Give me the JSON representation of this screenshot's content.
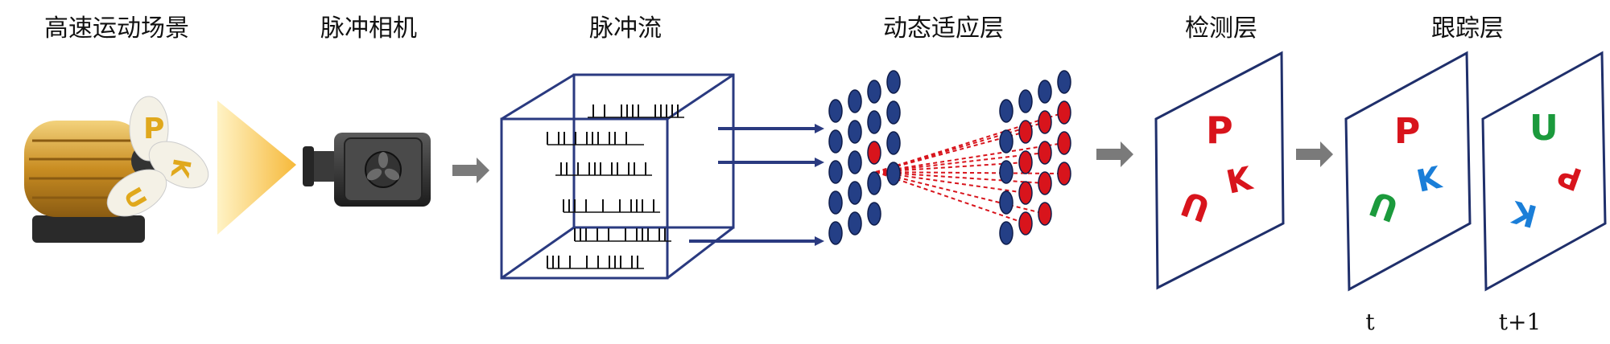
{
  "stages": {
    "scene": "高速运动场景",
    "camera": "脉冲相机",
    "stream": "脉冲流",
    "dynamic_layer": "动态适应层",
    "detection_layer": "检测层",
    "tracking_layer": "跟踪层"
  },
  "scene_letters": [
    "P",
    "K",
    "U"
  ],
  "detection_letters": [
    "P",
    "K",
    "U"
  ],
  "tracking_frames": [
    {
      "time_label": "t",
      "letters": [
        "P",
        "K",
        "U"
      ]
    },
    {
      "time_label": "t+1",
      "letters": [
        "U",
        "P",
        "K"
      ]
    }
  ],
  "colors": {
    "frame_stroke": "#1f2f6b",
    "cube_stroke": "#2a3a80",
    "neuron_blue": "#243f86",
    "neuron_red": "#d8141c",
    "connection_red": "#d8141c",
    "arrow_gray": "#7a7a7a",
    "cone_yellow": "#f8c64a",
    "letter_red": "#d8141c",
    "letter_green": "#1b9a3c",
    "letter_blue": "#1a7ed8",
    "motor_gold": "#d5a23a"
  }
}
